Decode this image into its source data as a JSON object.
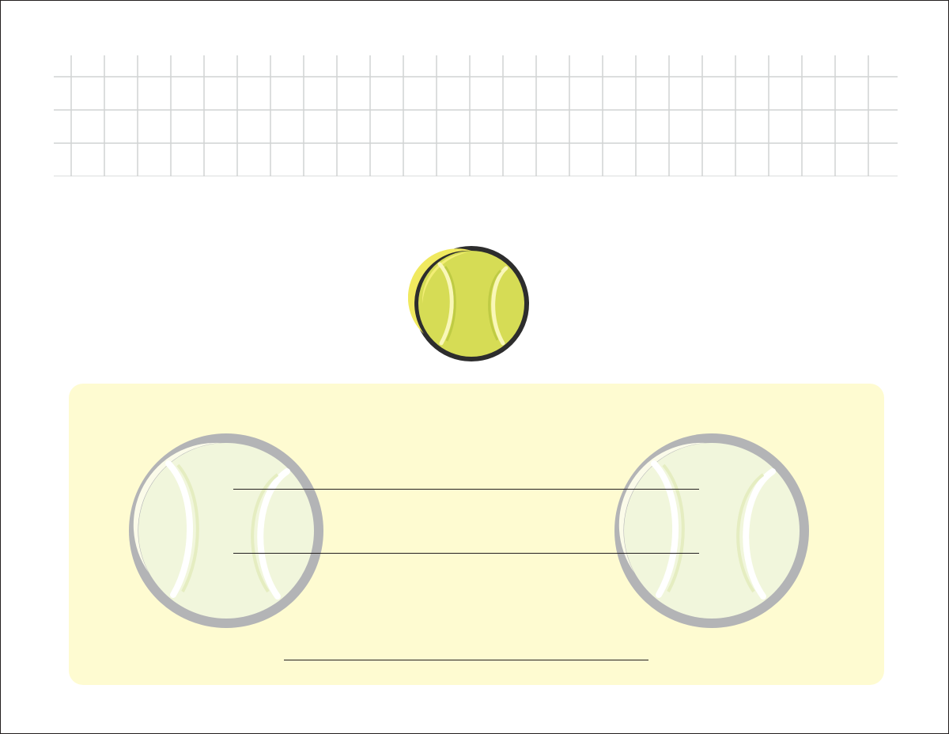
{
  "worksheet": {
    "grid": {
      "rows": 4,
      "columns": 25,
      "line_color": "#d1d3d4"
    },
    "top_icon": "tennis-ball-icon",
    "panel": {
      "background_color": "#fefbd1",
      "left_icon": "tennis-ball-icon",
      "right_icon": "tennis-ball-icon",
      "writing_lines": 3
    },
    "colors": {
      "ball_fill": "#d6dc55",
      "ball_outline": "#2d2d2d",
      "ball_highlight": "#f0e95f",
      "faded_ball_outline": "#b3b4b6",
      "faded_ball_fill": "#f1f6dc"
    }
  }
}
